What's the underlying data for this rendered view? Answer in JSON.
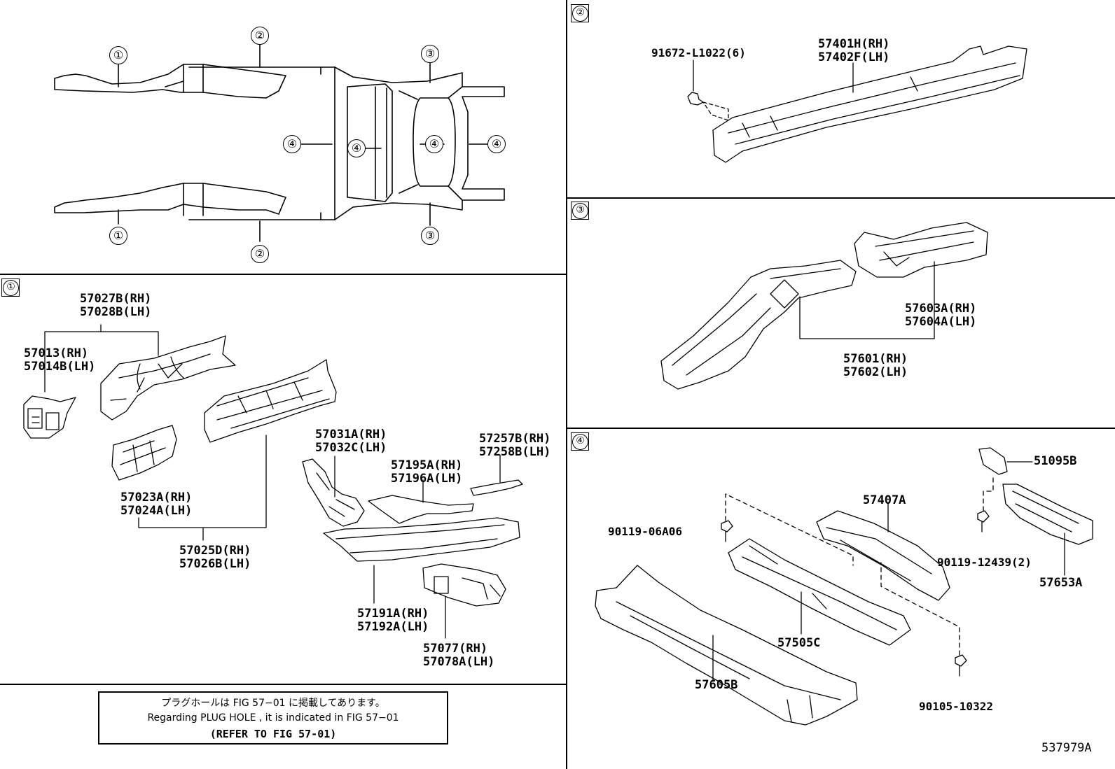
{
  "overview": {
    "callouts": [
      "①",
      "②",
      "③",
      "④",
      "④",
      "④",
      "④",
      "①",
      "②",
      "③"
    ]
  },
  "sections": {
    "s1": {
      "marker": "①"
    },
    "s2": {
      "marker": "②"
    },
    "s3": {
      "marker": "③"
    },
    "s4": {
      "marker": "④"
    }
  },
  "parts": {
    "p57027": "57027B(RH)\n57028B(LH)",
    "p57013": "57013(RH)\n57014B(LH)",
    "p57023": "57023A(RH)\n57024A(LH)",
    "p57025": "57025D(RH)\n57026B(LH)",
    "p57031": "57031A(RH)\n57032C(LH)",
    "p57195": "57195A(RH)\n57196A(LH)",
    "p57257": "57257B(RH)\n57258B(LH)",
    "p57191": "57191A(RH)\n57192A(LH)",
    "p57077": "57077(RH)\n57078A(LH)",
    "p91672": "91672-L1022(6)",
    "p57401": "57401H(RH)\n57402F(LH)",
    "p57603": "57603A(RH)\n57604A(LH)",
    "p57601": "57601(RH)\n57602(LH)",
    "p51095": "51095B",
    "p57407": "57407A",
    "p90119a": "90119-06A06",
    "p90119b": "90119-12439(2)",
    "p57653": "57653A",
    "p57505": "57505C",
    "p57605": "57605B",
    "p90105": "90105-10322"
  },
  "note": {
    "line1": "プラグホールは FIG  57−01 に掲載してあります。",
    "line2": "Regarding  PLUG  HOLE , it is indicated in  FIG  57−01",
    "line3": "(REFER  TO  FIG  57-01)"
  },
  "drawing_id": "537979A"
}
